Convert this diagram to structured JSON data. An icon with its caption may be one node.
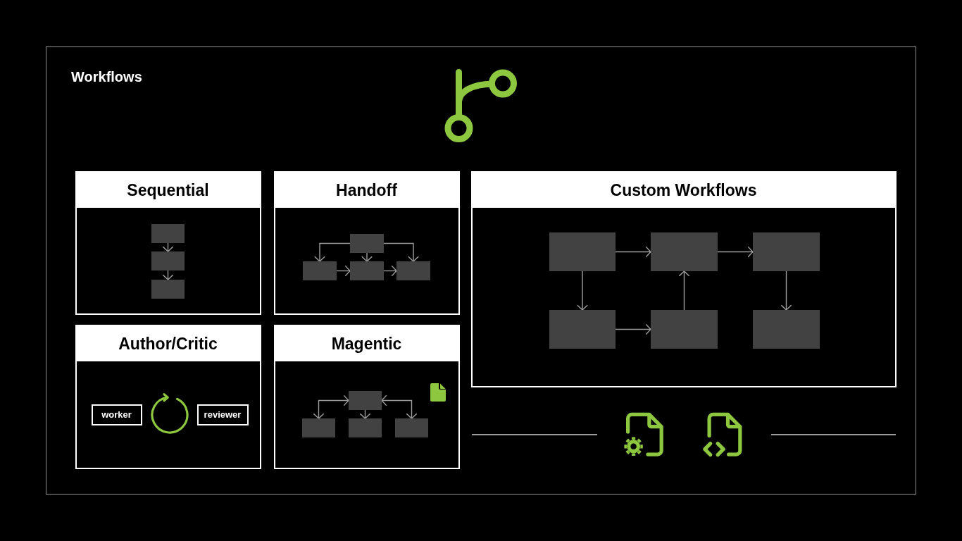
{
  "diagram": {
    "nodes": [
      {
        "text": [
          "Workflows"
        ]
      },
      {
        "text": [
          "Sequential"
        ],
        "in": 0
      },
      {
        "text": [],
        "shape": "box",
        "in": 1
      },
      {
        "text": [],
        "shape": "box",
        "in": 1
      },
      {
        "text": [],
        "shape": "box",
        "in": 1
      },
      {
        "text": [
          "Handoff"
        ],
        "in": 0
      },
      {
        "text": [],
        "shape": "box",
        "in": 5
      },
      {
        "text": [],
        "shape": "box",
        "in": 5
      },
      {
        "text": [],
        "shape": "box",
        "in": 5
      },
      {
        "text": [],
        "shape": "box",
        "in": 5
      },
      {
        "text": [
          "Custom Workflows"
        ],
        "in": 0
      },
      {
        "text": [],
        "shape": "box",
        "in": 10
      },
      {
        "text": [],
        "shape": "box",
        "in": 10
      },
      {
        "text": [],
        "shape": "box",
        "in": 10
      },
      {
        "text": [],
        "shape": "box",
        "in": 10
      },
      {
        "text": [],
        "shape": "box",
        "in": 10
      },
      {
        "text": [],
        "shape": "box",
        "in": 10
      },
      {
        "text": [
          "Author/Critic"
        ],
        "in": 0
      },
      {
        "text": [
          "worker"
        ],
        "in": 17
      },
      {
        "text": [
          "reviewer"
        ],
        "in": 17
      },
      {
        "text": [
          "Magentic"
        ],
        "in": 0
      },
      {
        "text": [],
        "shape": "box",
        "in": 20
      },
      {
        "text": [],
        "shape": "box",
        "in": 20
      },
      {
        "text": [],
        "shape": "box",
        "in": 20
      },
      {
        "text": [],
        "shape": "box",
        "in": 20
      }
    ],
    "edges": [
      {
        "from": 2,
        "to": 3,
        "arrow": "to"
      },
      {
        "from": 3,
        "to": 4,
        "arrow": "to"
      },
      {
        "from": 6,
        "to": 7,
        "arrow": "to"
      },
      {
        "from": 6,
        "to": 8,
        "arrow": "to"
      },
      {
        "from": 6,
        "to": 9,
        "arrow": "to"
      },
      {
        "from": 7,
        "to": 8,
        "arrow": "to"
      },
      {
        "from": 8,
        "to": 9,
        "arrow": "to"
      },
      {
        "from": 11,
        "to": 12,
        "arrow": "to"
      },
      {
        "from": 12,
        "to": 13,
        "arrow": "to"
      },
      {
        "from": 11,
        "to": 14,
        "arrow": "to"
      },
      {
        "from": 14,
        "to": 15,
        "arrow": "to"
      },
      {
        "from": 15,
        "to": 12,
        "arrow": "to"
      },
      {
        "from": 13,
        "to": 16,
        "arrow": "to"
      },
      {
        "from": 21,
        "to": 22,
        "arrow": "both"
      },
      {
        "from": 21,
        "to": 23,
        "arrow": "to"
      },
      {
        "from": 21,
        "to": 24,
        "arrow": "both"
      }
    ]
  }
}
